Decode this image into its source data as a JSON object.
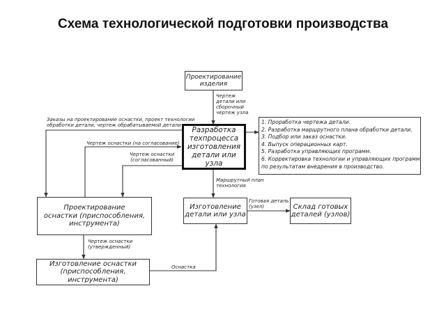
{
  "title": "Схема технологической подготовки производства",
  "boxes": {
    "design_product": [
      "Проектирование",
      "изделия"
    ],
    "develop_process": [
      "Разработка",
      "техпроцесса",
      "изготовления",
      "детали или узла"
    ],
    "design_tooling": [
      "Проектирование",
      "оснастки (приспособления,",
      "инструмента)"
    ],
    "manufacture_part": [
      "Изготовление",
      "детали или узла"
    ],
    "warehouse": [
      "Склад готовых",
      "деталей (узлов)"
    ],
    "manufacture_tooling": [
      "Изготовление оснастки",
      "(приспособления, инструмента)"
    ]
  },
  "task_list": [
    "1. Проработка чертежа детали.",
    "2. Разработка маршрутного плана обработки детали.",
    "3. Подбор или заказ оснастки.",
    "4. Выпуск операционных карт.",
    "5. Разработка управляющих программ.",
    "6. Корректировка технологии и управляющих программ",
    "по результатам внедрения в производство."
  ],
  "labels": {
    "drawing_assembly": [
      "Чертеж",
      "детали или",
      "сборочный",
      "чертеж узла"
    ],
    "orders": [
      "Заказы на проектирование оснастки, проект технологии",
      "обработки детали, чертеж обрабатываемой детали"
    ],
    "tooling_drawing_approval": "Чертеж оснастки (на согласование)",
    "tooling_drawing_approved": [
      "Чертеж оснастки",
      "(согласованный)"
    ],
    "route_plan": [
      "Маршрутный план",
      "технология"
    ],
    "finished_part": [
      "Готовая деталь",
      "(узел)"
    ],
    "tooling_drawing_confirmed": [
      "Чертеж оснастки",
      "(утвержденный)"
    ],
    "tooling": "Оснастка"
  }
}
